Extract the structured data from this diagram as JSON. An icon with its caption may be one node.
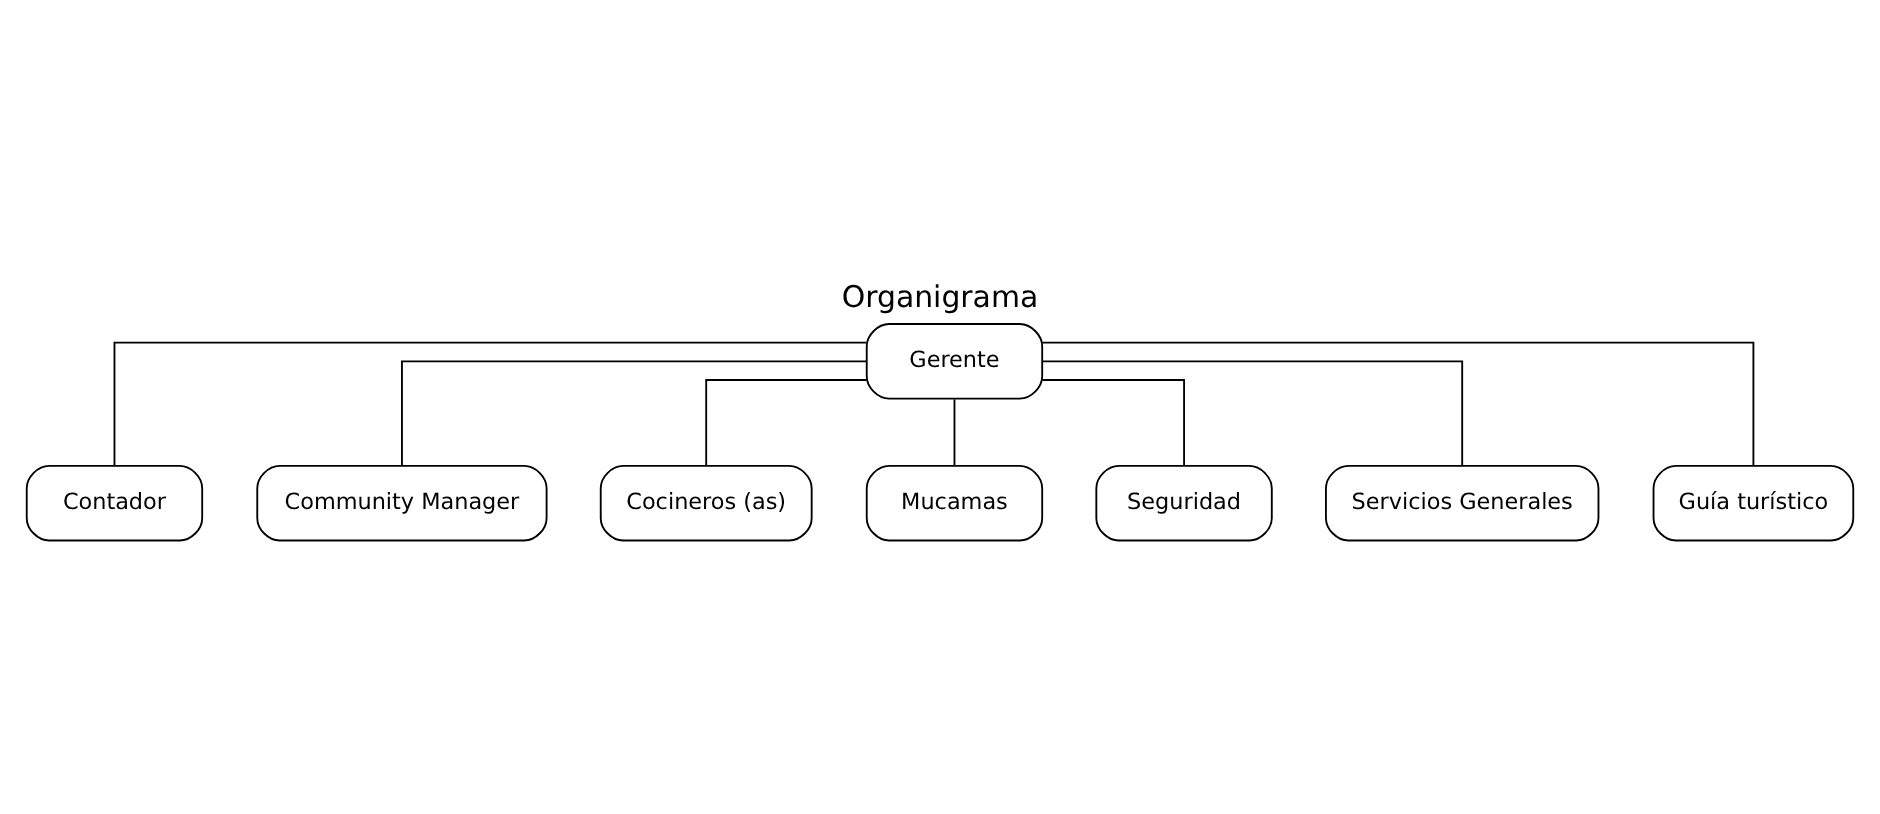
{
  "diagram": {
    "title": "Organigrama",
    "nodes": [
      {
        "text": [
          "Gerente"
        ]
      },
      {
        "text": [
          "Contador"
        ]
      },
      {
        "text": [
          "Community Manager"
        ]
      },
      {
        "text": [
          "Cocineros (as)"
        ]
      },
      {
        "text": [
          "Mucamas"
        ]
      },
      {
        "text": [
          "Seguridad"
        ]
      },
      {
        "text": [
          "Servicios Generales"
        ]
      },
      {
        "text": [
          "Guía turístico"
        ]
      }
    ],
    "edges": [
      {
        "from": 0,
        "to": 1,
        "arrow": "none"
      },
      {
        "from": 0,
        "to": 2,
        "arrow": "none"
      },
      {
        "from": 0,
        "to": 3,
        "arrow": "none"
      },
      {
        "from": 0,
        "to": 4,
        "arrow": "none"
      },
      {
        "from": 0,
        "to": 5,
        "arrow": "none"
      },
      {
        "from": 0,
        "to": 6,
        "arrow": "none"
      },
      {
        "from": 0,
        "to": 7,
        "arrow": "none"
      }
    ]
  }
}
